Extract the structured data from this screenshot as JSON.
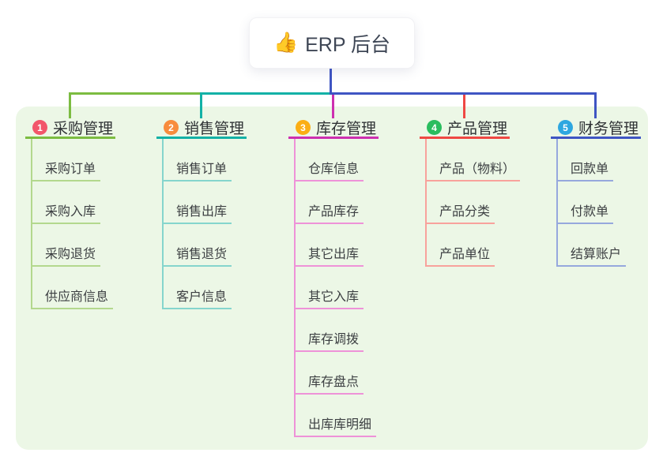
{
  "root": {
    "icon": "👍",
    "label": "ERP 后台"
  },
  "colors": {
    "connector_blue": "#3f55c3",
    "panel_background": "#ecf7e6",
    "root_text": "#3e4655"
  },
  "branches": [
    {
      "number": "1",
      "label": "采购管理",
      "badge_color": "#f2566a",
      "line_color": "#7cbc41",
      "child_line_color": "#b3d88d",
      "children": [
        "采购订单",
        "采购入库",
        "采购退货",
        "供应商信息"
      ]
    },
    {
      "number": "2",
      "label": "销售管理",
      "badge_color": "#f88c3d",
      "line_color": "#13b1a6",
      "child_line_color": "#85d5cd",
      "children": [
        "销售订单",
        "销售出库",
        "销售退货",
        "客户信息"
      ]
    },
    {
      "number": "3",
      "label": "库存管理",
      "badge_color": "#fbae14",
      "line_color": "#cd30b0",
      "child_line_color": "#ee92d8",
      "children": [
        "仓库信息",
        "产品库存",
        "其它出库",
        "其它入库",
        "库存调拨",
        "库存盘点",
        "出库库明细"
      ]
    },
    {
      "number": "4",
      "label": "产品管理",
      "badge_color": "#2abd5e",
      "line_color": "#ef4843",
      "child_line_color": "#f8a29c",
      "children": [
        "产品（物料）",
        "产品分类",
        "产品单位"
      ]
    },
    {
      "number": "5",
      "label": "财务管理",
      "badge_color": "#2ea7e0",
      "line_color": "#3f55c3",
      "child_line_color": "#96a8dd",
      "children": [
        "回款单",
        "付款单",
        "结算账户"
      ]
    }
  ]
}
